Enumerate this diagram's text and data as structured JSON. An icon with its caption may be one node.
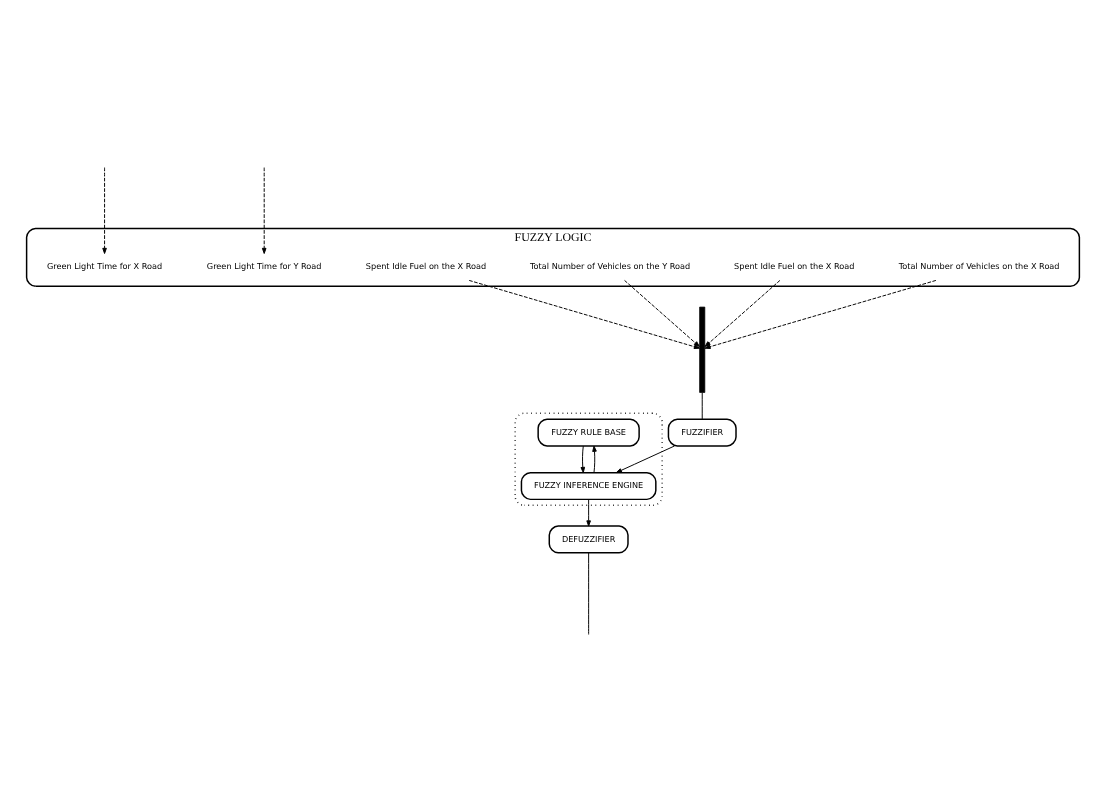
{
  "diagram": {
    "nodes": [
      {
        "text": [
          "FUZZY LOGIC"
        ]
      },
      {
        "text": [
          "Total Number of Vehicles on the X Road"
        ],
        "in": 0
      },
      {
        "text": [
          "Spent Idle Fuel on the X Road"
        ],
        "in": 0
      },
      {
        "text": [
          "Total Number of Vehicles on the Y Road"
        ],
        "in": 0
      },
      {
        "text": [
          "Spent Idle Fuel on the X Road"
        ],
        "in": 0
      },
      {
        "text": [
          "Green Light Time for X Road"
        ],
        "in": 0
      },
      {
        "text": [
          "Green Light Time for Y Road"
        ],
        "in": 0
      },
      {
        "text": [],
        "shape": "bar"
      },
      {
        "text": [
          "FUZZIFIER"
        ]
      },
      {
        "text": [],
        "shape": "box"
      },
      {
        "text": [
          "FUZZY RULE BASE"
        ],
        "in": 9
      },
      {
        "text": [
          "FUZZY INFERENCE ENGINE"
        ],
        "in": 9
      },
      {
        "text": [
          "DEFUZZIFIER"
        ]
      }
    ],
    "edges": [
      {
        "from": 1,
        "to": 7,
        "arrow": "to",
        "style": "dashed"
      },
      {
        "from": 2,
        "to": 7,
        "arrow": "to",
        "style": "dashed"
      },
      {
        "from": 3,
        "to": 7,
        "arrow": "to",
        "style": "dashed"
      },
      {
        "from": 4,
        "to": 7,
        "arrow": "to",
        "style": "dashed"
      },
      {
        "from": null,
        "to": 5,
        "arrow": "to",
        "style": "dashed"
      },
      {
        "from": null,
        "to": 6,
        "arrow": "to",
        "style": "dashed"
      },
      {
        "from": 7,
        "to": 8,
        "arrow": "none"
      },
      {
        "from": 8,
        "to": 11,
        "arrow": "to"
      },
      {
        "from": 11,
        "to": 10,
        "arrow": "to"
      },
      {
        "from": 10,
        "to": 11,
        "arrow": "to"
      },
      {
        "from": 11,
        "to": 12,
        "arrow": "to"
      },
      {
        "from": 12,
        "to": null,
        "arrow": "none"
      }
    ]
  }
}
